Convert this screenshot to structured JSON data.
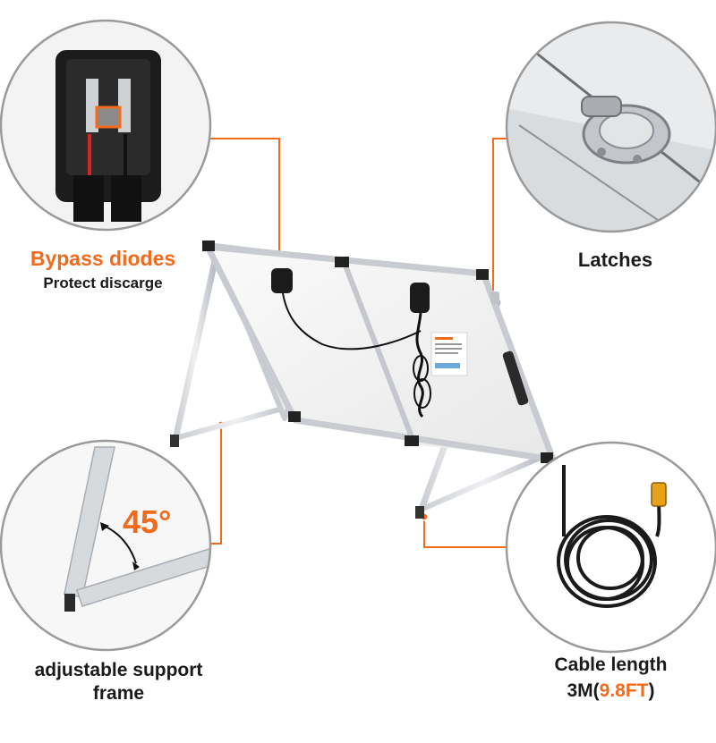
{
  "labels": {
    "bypass_title": "Bypass diodes",
    "bypass_sub": "Protect discarge",
    "latches": "Latches",
    "support_line1": "adjustable support",
    "support_line2": "frame",
    "cable_line1": "Cable length",
    "cable_line2_prefix": "3M(",
    "cable_line2_highlight": "9.8FT",
    "cable_line2_suffix": ")",
    "angle": "45°"
  },
  "colors": {
    "accent": "#f26a1b",
    "text": "#1a1a1a",
    "circle_border": "#9a9a9a",
    "panel_back": "#f4f4f4",
    "frame": "#cfd2d6"
  }
}
